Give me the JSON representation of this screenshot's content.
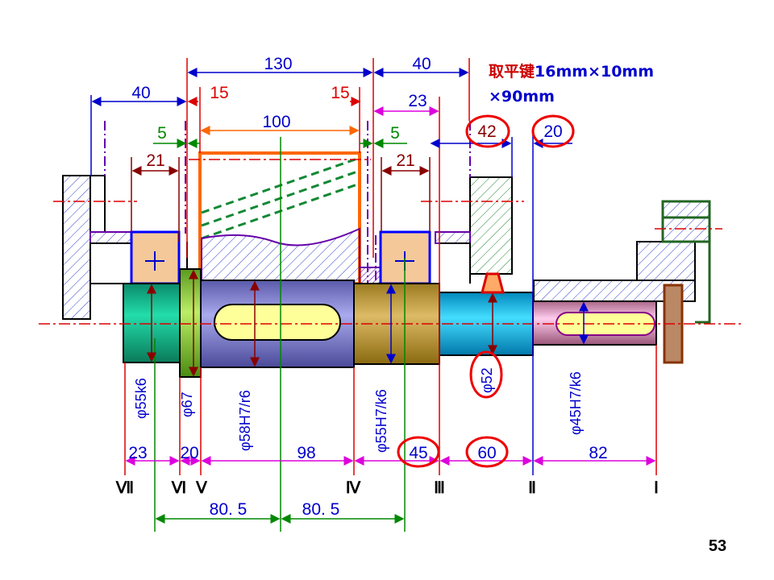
{
  "note": {
    "line1_cn": "取平键",
    "line1_rest": "16mm×10mm",
    "line2": "×90mm",
    "color_cn": "#cc0000",
    "color_rest": "#0000cc"
  },
  "top_dims": {
    "d130": "130",
    "d40_right": "40",
    "d40_left": "40",
    "d15_left": "15",
    "d15_right": "15",
    "d23": "23",
    "d100": "100",
    "d5_left": "5",
    "d5_right": "5",
    "d42": "42",
    "d20": "20",
    "d21_left": "21",
    "d21_right": "21"
  },
  "diameters": {
    "d55k6": "φ55k6",
    "d67": "φ67",
    "d58": "φ58H7/r6",
    "d55h7": "φ55H7/k6",
    "d52": "φ52",
    "d45": "φ45H7/k6"
  },
  "bottom_dims": {
    "b23": "23",
    "b20": "20",
    "b98": "98",
    "b45": "45",
    "b60": "60",
    "b82": "82",
    "b80_left": "80. 5",
    "b80_right": "80. 5"
  },
  "sections": {
    "s7": "Ⅶ",
    "s6": "Ⅵ",
    "s5": "Ⅴ",
    "s4": "Ⅳ",
    "s3": "Ⅲ",
    "s2": "Ⅱ",
    "s1": "Ⅰ"
  },
  "page_number": "53",
  "colors": {
    "centerline": "#dd0000",
    "dim_blue": "#0000cc",
    "dim_green": "#008800",
    "dim_magenta": "#dd00dd",
    "dim_red": "#dd0000",
    "dim_darkred": "#880000",
    "dim_orange": "#ff6600",
    "highlight_circle": "#ee0000"
  }
}
